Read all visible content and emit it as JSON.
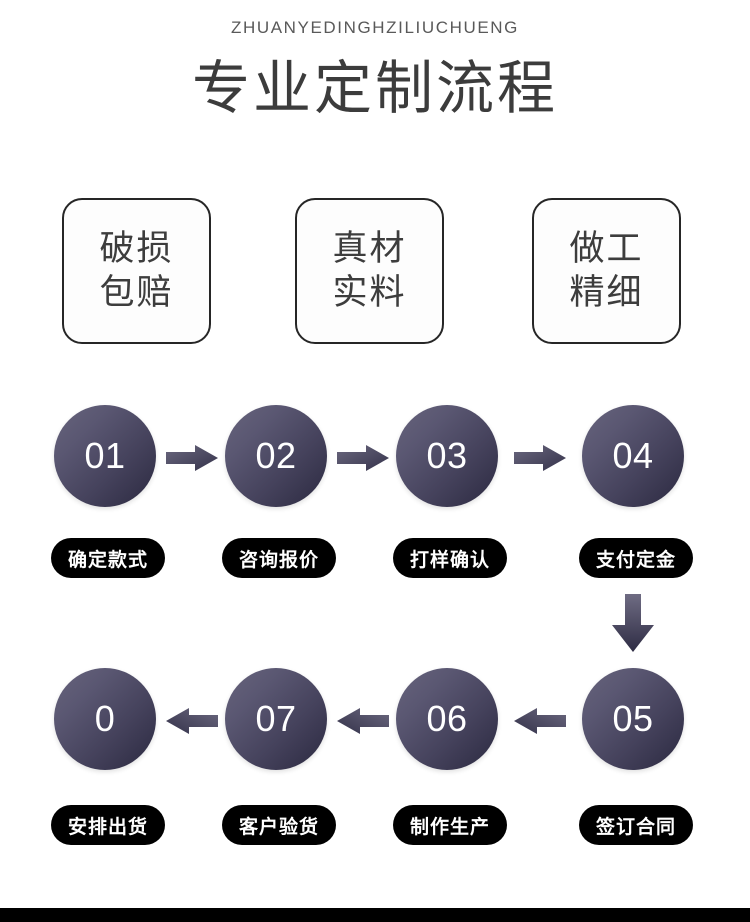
{
  "header": {
    "pinyin": "ZHUANYEDINGHZILIUCHUENG",
    "title": "专业定制流程"
  },
  "features": [
    {
      "line1": "破损",
      "line2": "包赔"
    },
    {
      "line1": "真材",
      "line2": "实料"
    },
    {
      "line1": "做工",
      "line2": "精细"
    }
  ],
  "flow": {
    "row1": [
      {
        "number": "01",
        "label": "确定款式"
      },
      {
        "number": "02",
        "label": "咨询报价"
      },
      {
        "number": "03",
        "label": "打样确认"
      },
      {
        "number": "04",
        "label": "支付定金"
      }
    ],
    "row2": [
      {
        "number": "0",
        "label": "安排出货"
      },
      {
        "number": "07",
        "label": "客户验货"
      },
      {
        "number": "06",
        "label": "制作生产"
      },
      {
        "number": "05",
        "label": "签订合同"
      }
    ]
  },
  "colors": {
    "circle_light": "#67647c",
    "circle_dark": "#2b2940",
    "label_bg": "#000000",
    "label_text": "#ffffff",
    "box_border": "#262626",
    "title_text": "#3c3c3c",
    "pinyin_text": "#595959",
    "page_bg": "#ffffff"
  },
  "icons": {
    "arrow_right": "arrow-right-icon",
    "arrow_left": "arrow-left-icon",
    "arrow_down": "arrow-down-icon"
  }
}
